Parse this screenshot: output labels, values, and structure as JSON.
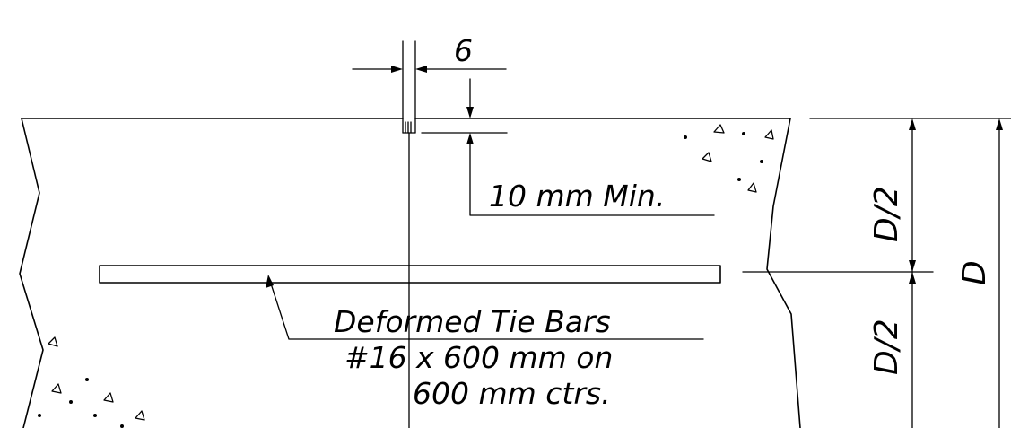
{
  "diagram": {
    "joint_gap_label": "6",
    "sealant_depth_label": "10 mm Min.",
    "tie_bar_label_line1": "Deformed Tie Bars",
    "tie_bar_label_line2": "#16",
    "tie_bar_label_line3": "x 600 mm on",
    "tie_bar_label_line4": "600 mm ctrs.",
    "half_depth_top_label": "D/2",
    "half_depth_bottom_label": "D/2",
    "full_depth_label": "D",
    "ink_color": "#000000",
    "background_color": "#ffffff"
  }
}
